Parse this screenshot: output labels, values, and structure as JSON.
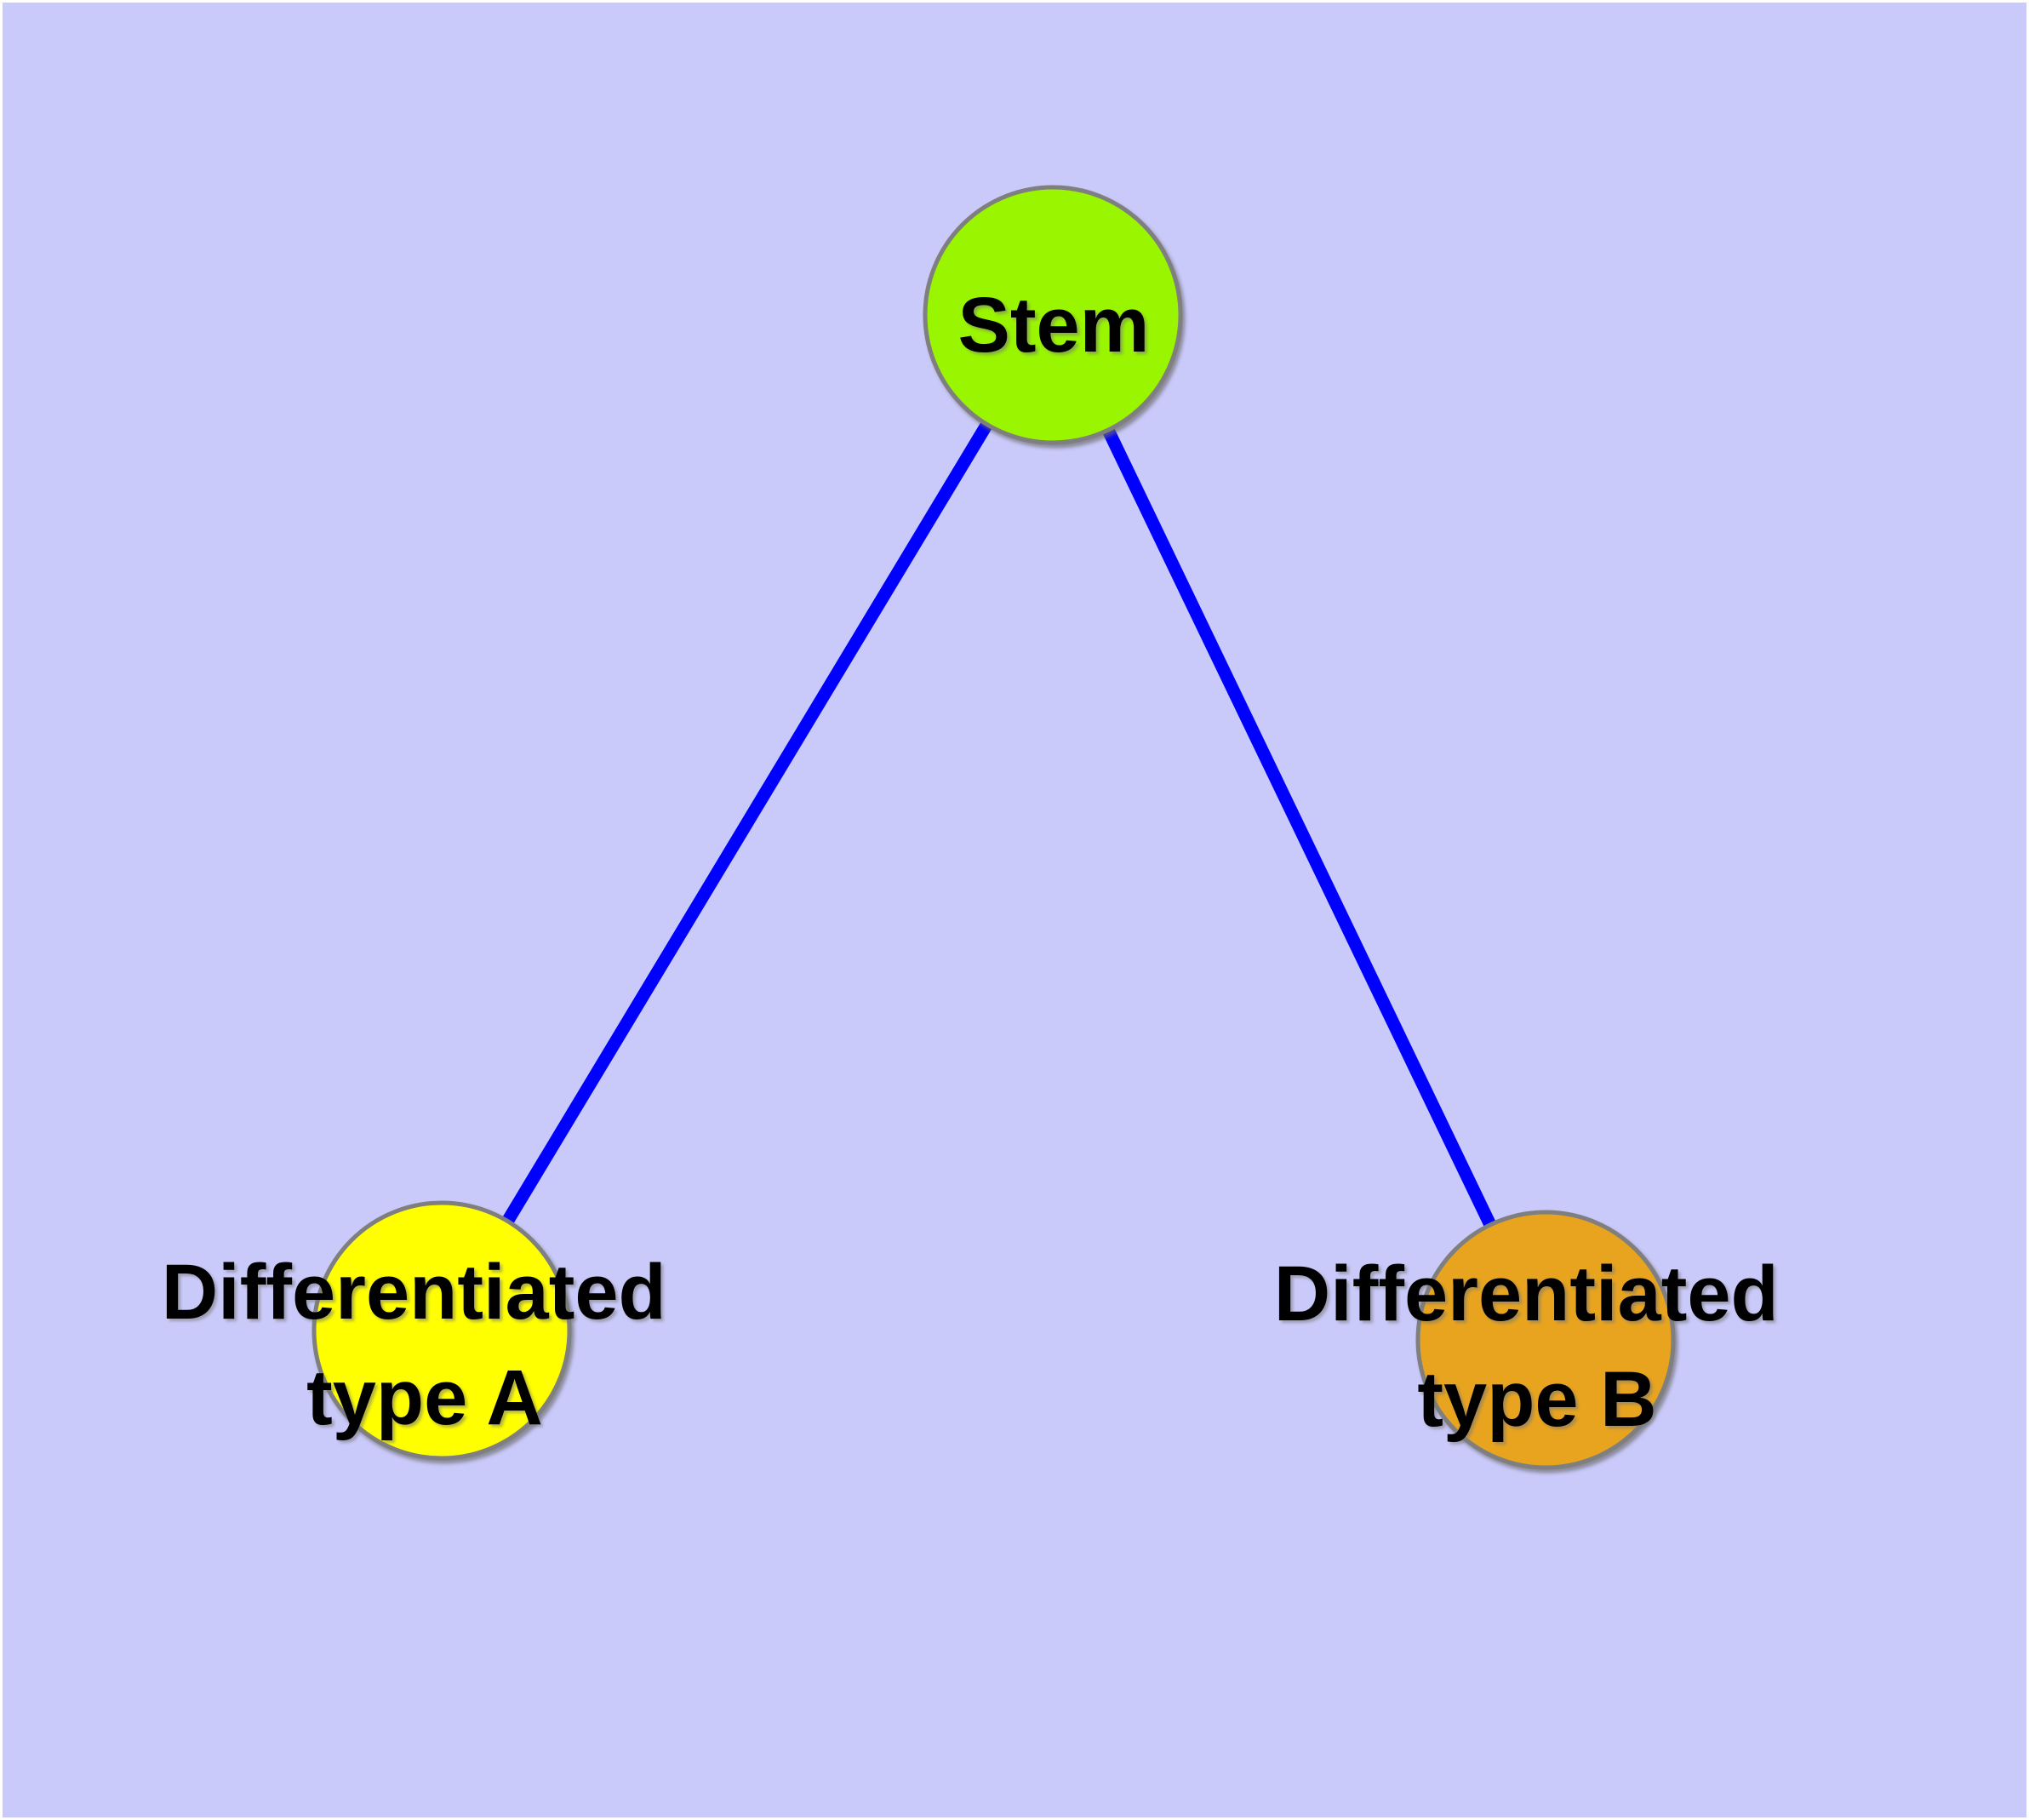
{
  "diagram": {
    "type": "node-link-graph",
    "background_color": "#CACAFA",
    "edge_color": "#0000FF",
    "node_border_color": "#7F7F7F",
    "nodes": {
      "stem": {
        "label": "Stem",
        "fill_color": "#99F500"
      },
      "type_a": {
        "label_lines": [
          "Differentiated",
          "type A"
        ],
        "fill_color": "#FFFF00"
      },
      "type_b": {
        "label_lines": [
          "Differentiated",
          "type B"
        ],
        "fill_color": "#E8A41F"
      }
    },
    "edges": [
      {
        "from": "Stem",
        "to": "Differentiated type A"
      },
      {
        "from": "Stem",
        "to": "Differentiated type B"
      }
    ]
  }
}
